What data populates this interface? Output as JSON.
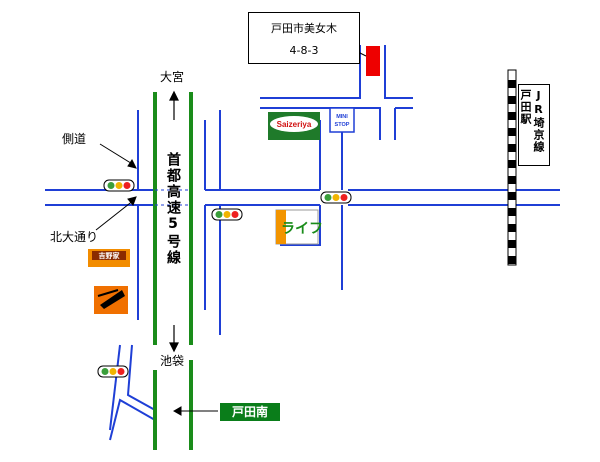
{
  "address": {
    "line1": "戸田市美女木",
    "line2": "4-8-3"
  },
  "labels": {
    "omiya": "大宮",
    "ikebukuro": "池袋",
    "sokudo": "側道",
    "kitaodori": "北大通り",
    "expressway": "首都高速5号線",
    "station_todaminami": "戸田南"
  },
  "jr": {
    "col1": "JR埼京線",
    "col2": "戸田駅"
  },
  "shops": {
    "saizeriya": "Saizeriya",
    "ministop": "MINI STOP",
    "life": "ライフ",
    "yoshinoya": "吉野家",
    "autobacs": "AUTOBACS"
  },
  "colors": {
    "road": "#1f3fd6",
    "expressway": "#1a8c1a",
    "target": "#ee0000",
    "station": "#0a7d1a"
  }
}
